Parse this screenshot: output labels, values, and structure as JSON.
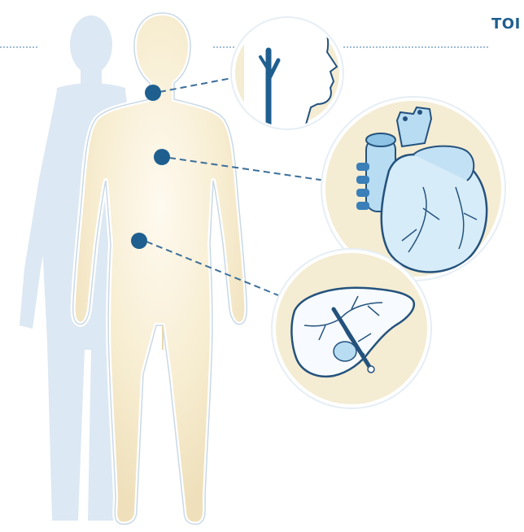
{
  "header": {
    "label": "TOI"
  },
  "colors": {
    "body_fill": "#f6ecd0",
    "shadow_fill": "#dce8f3",
    "marker": "#1f5f8f",
    "organ_fill": "#b8dcf2",
    "organ_stroke": "#24527d",
    "circle_bg": "#f4ecd3",
    "leader_line": "#3d6f99"
  },
  "callouts": [
    {
      "id": "neck",
      "icon": "neck-vein-icon"
    },
    {
      "id": "heart",
      "icon": "heart-icon"
    },
    {
      "id": "liver",
      "icon": "liver-icon"
    }
  ]
}
